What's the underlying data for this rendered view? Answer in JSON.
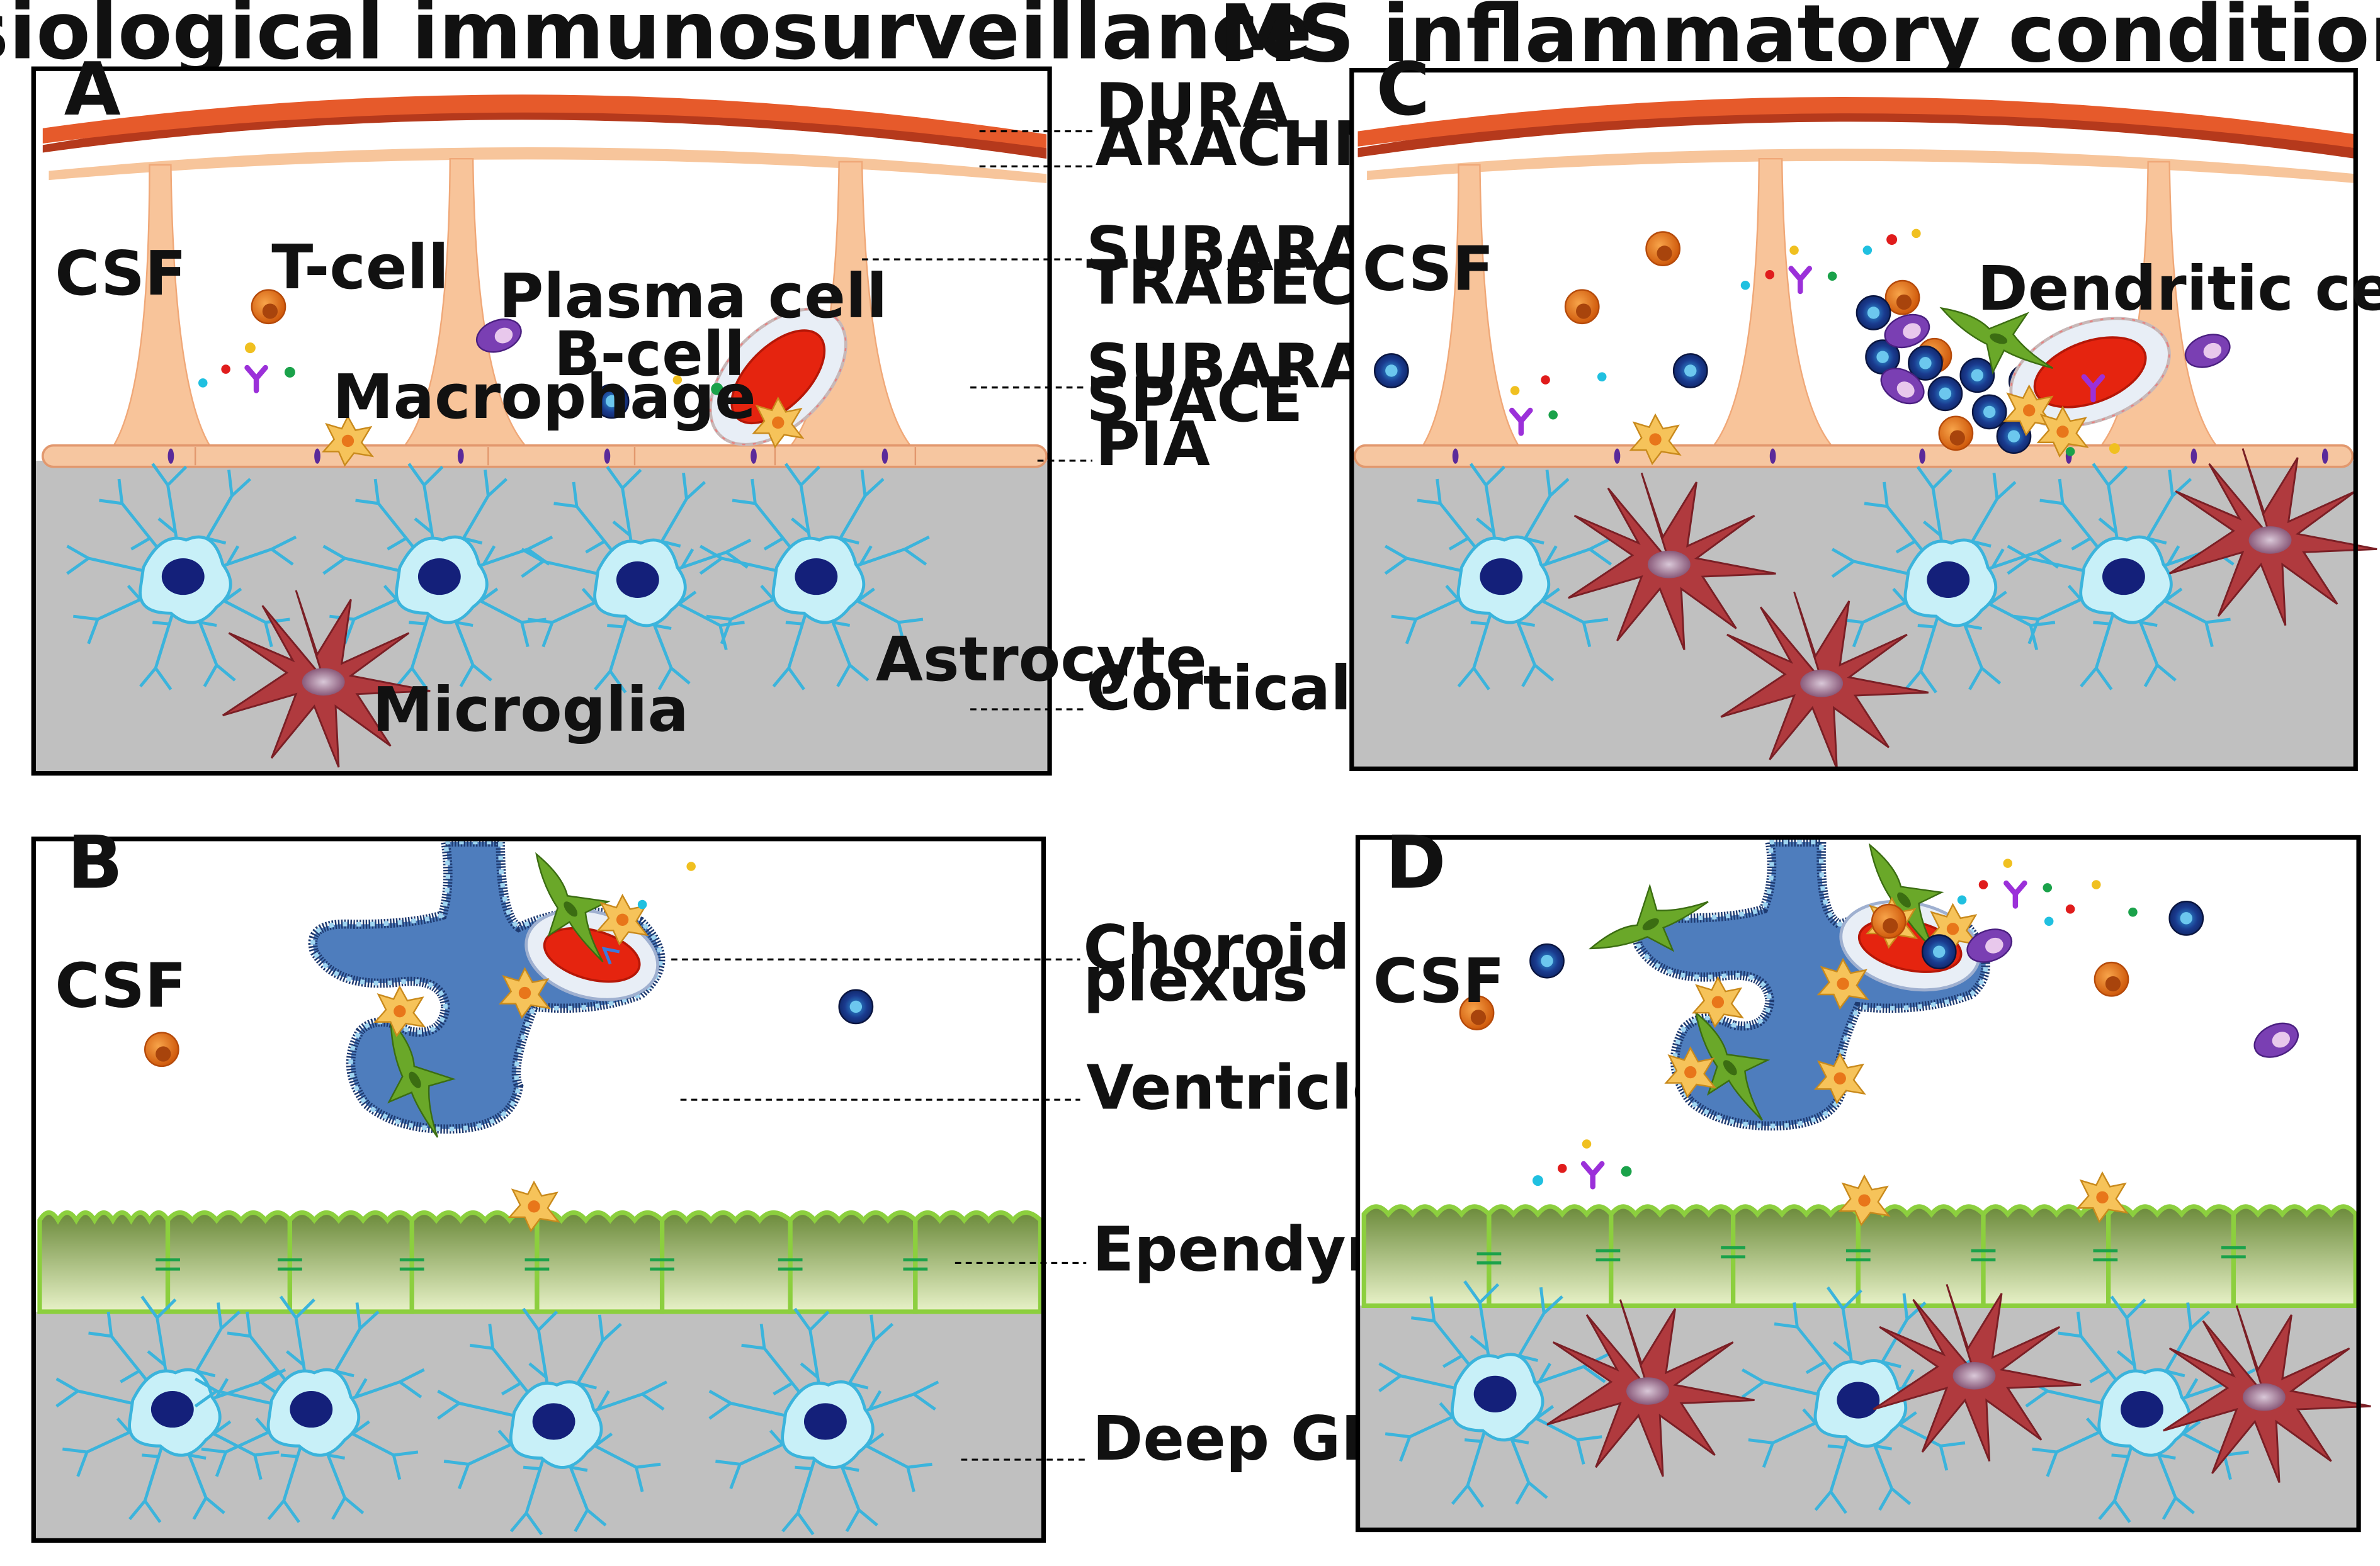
{
  "titles": {
    "left": "Physiological immunosurveillance",
    "right": "MS inflammatory conditions"
  },
  "panels": {
    "a": {
      "letter": "A"
    },
    "b": {
      "letter": "B"
    },
    "c": {
      "letter": "C"
    },
    "d": {
      "letter": "D"
    }
  },
  "labels": {
    "csf": "CSF",
    "t_cell": "T-cell",
    "plasma_cell": "Plasma cell",
    "b_cell": "B-cell",
    "macrophage": "Macrophage",
    "microglia": "Microglia",
    "astrocyte": "Astrocyte",
    "dendritic_cell": "Dendritic cell"
  },
  "legend": {
    "dura": "DURA",
    "arachnoid": "ARACHNOID",
    "trabeculae_1": "SUBARACHNOID",
    "trabeculae_2": "TRABECULAE",
    "space_1": "SUBARACHNOID",
    "space_2": "SPACE",
    "pia": "PIA",
    "cortical_gm": "Cortical GM",
    "choroid_1": "Choroid",
    "choroid_2": "plexus",
    "ventricle": "Ventricle",
    "ependyma": "Ependyma",
    "deep_gm": "Deep GM"
  },
  "colors": {
    "dura_dark": "#b5391c",
    "dura": "#e65a2b",
    "arachnoid": "#f7c59b",
    "trabecula": "#f8c49a",
    "gray_matter": "#c0c0c0",
    "astrocyte": "#c8f0f8",
    "astrocyte_stroke": "#3bb4dc",
    "nucleus": "#14207a",
    "microglia": "#b03a3e",
    "t_cell": "#e8761a",
    "b_cell": "#1b3a8f",
    "plasma_cell": "#7a3fb3",
    "macrophage": "#f6c35a",
    "dendritic": "#6aa829",
    "vessel": "#e5240f",
    "choroid": "#4e7dbd",
    "ependyma": "#a9c77a",
    "antibody": "#9b30d9"
  }
}
